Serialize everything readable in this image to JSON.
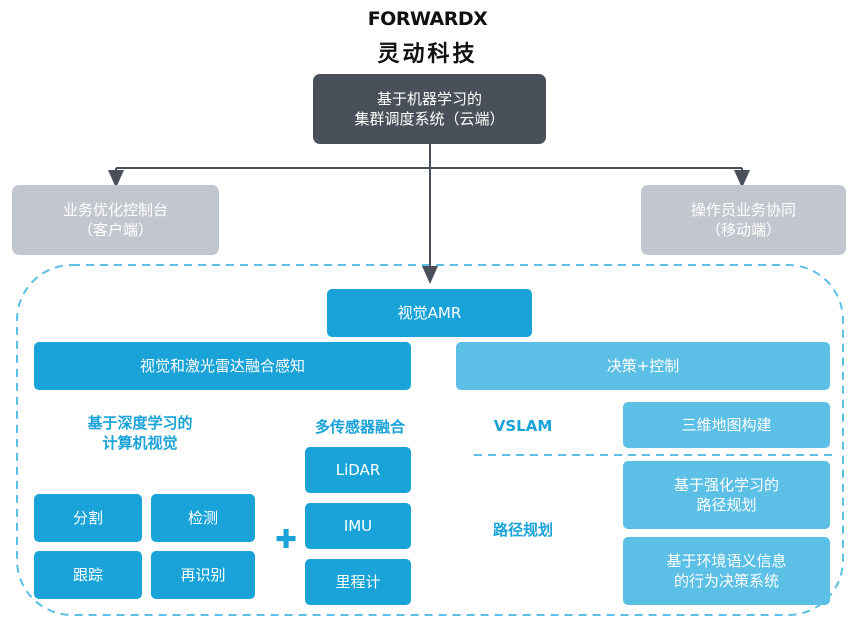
{
  "logo": {
    "brand_en": "FORWARDX",
    "brand_cn": "灵动科技"
  },
  "cloud": {
    "label": "基于机器学习的\n集群调度系统（云端）"
  },
  "client": {
    "label": "业务优化控制台\n（客户端）"
  },
  "mobile": {
    "label": "操作员业务协同\n（移动端）"
  },
  "amr": {
    "label": "视觉AMR"
  },
  "perception": {
    "header": "视觉和激光雷达融合感知",
    "cv_title": "基于深度学习的\n计算机视觉",
    "cv_items": [
      "分割",
      "检测",
      "跟踪",
      "再识别"
    ],
    "plus": "✚",
    "fusion_title": "多传感器融合",
    "fusion_items": [
      "LiDAR",
      "IMU",
      "里程计"
    ]
  },
  "decision": {
    "header": "决策+控制",
    "vslam_label": "VSLAM",
    "vslam_item": "三维地图构建",
    "path_label": "路径规划",
    "path_items": [
      "基于强化学习的\n路径规划",
      "基于环境语义信息\n的行为决策系统"
    ]
  },
  "colors": {
    "dark": "#4a5059",
    "gray": "#c2c7cf",
    "blue": "#1aa3d8",
    "light_blue": "#5cc0e6",
    "dashed": "#5cc0e6",
    "arrow": "#4a5059"
  }
}
